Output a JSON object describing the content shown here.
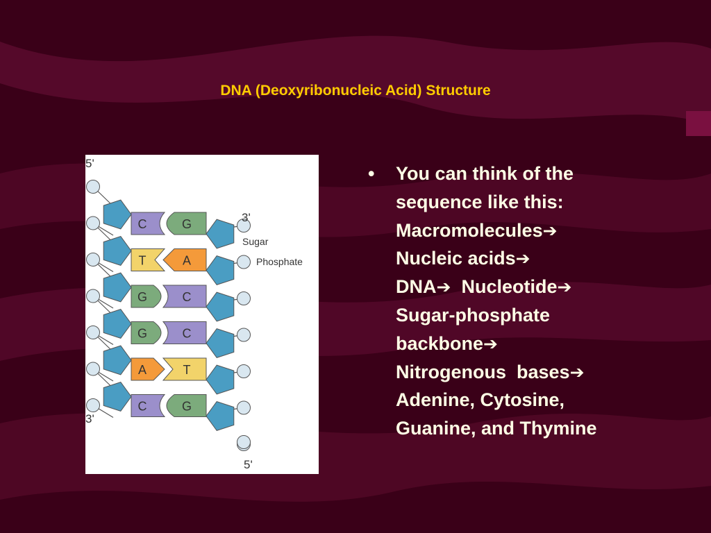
{
  "slide": {
    "title": "DNA (Deoxyribonucleic Acid) Structure",
    "colors": {
      "background": "#3a0018",
      "wave": "#6b0033",
      "title": "#ffcc00",
      "body_text": "#ffffe6"
    }
  },
  "diagram": {
    "labels": {
      "left_top": "5'",
      "left_bottom": "3'",
      "right_top": "3'",
      "right_bottom": "5'",
      "sugar": "Sugar",
      "phosphate": "Phosphate"
    },
    "pairs": [
      {
        "left": "C",
        "right": "G"
      },
      {
        "left": "T",
        "right": "A"
      },
      {
        "left": "G",
        "right": "C"
      },
      {
        "left": "G",
        "right": "C"
      },
      {
        "left": "A",
        "right": "T"
      },
      {
        "left": "C",
        "right": "G"
      }
    ],
    "base_colors": {
      "C": "#9b8fcb",
      "G": "#7cab7c",
      "T": "#f2d36a",
      "A": "#f49a3a"
    },
    "sugar_color": "#4a9dc3",
    "phosphate_color": "#d9e7f0"
  },
  "body": {
    "bullet": "•",
    "lines": [
      {
        "text": "You can think of the",
        "arrow": false
      },
      {
        "text": "sequence like this:",
        "arrow": false
      },
      {
        "text": "Macromolecules",
        "arrow": true
      },
      {
        "text": "Nucleic acids",
        "arrow": true
      },
      {
        "text": "DNA",
        "arrow": true,
        "text2": "  Nucleotide",
        "arrow2": true
      },
      {
        "text": "Sugar-phosphate",
        "arrow": false
      },
      {
        "text": "backbone",
        "arrow": true
      },
      {
        "text": "Nitrogenous  bases",
        "arrow": true
      },
      {
        "text": "Adenine, Cytosine,",
        "arrow": false
      },
      {
        "text": "Guanine, and Thymine",
        "arrow": false
      }
    ],
    "arrow_glyph": "➔"
  }
}
